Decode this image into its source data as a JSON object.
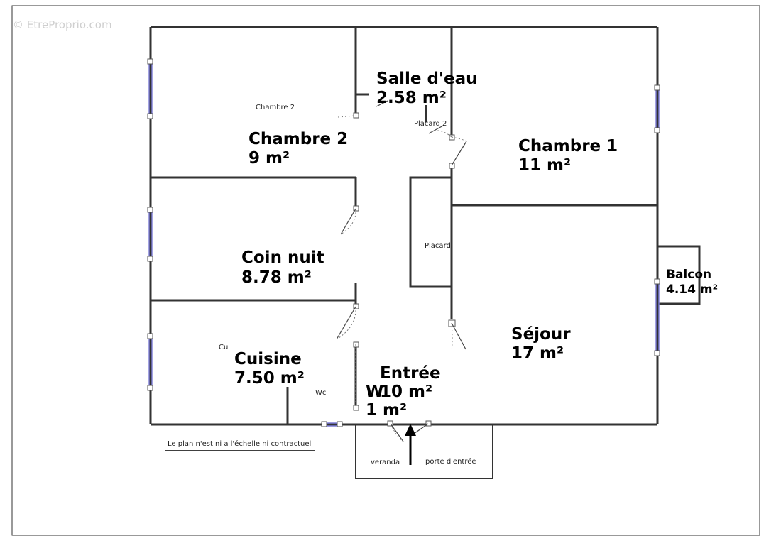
{
  "watermark": "© EtreProprio.com",
  "rooms": {
    "salle_eau": {
      "name": "Salle d'eau",
      "area": "2.58 m²"
    },
    "chambre2": {
      "name": "Chambre 2",
      "area": "9 m²"
    },
    "chambre1": {
      "name": "Chambre 1",
      "area": "11 m²"
    },
    "coin_nuit": {
      "name": "Coin nuit",
      "area": "8.78 m²"
    },
    "cuisine": {
      "name": "Cuisine",
      "area": "7.50 m²"
    },
    "entree": {
      "name": "Entrée",
      "area": "10 m²"
    },
    "wc": {
      "name": "W",
      "area": "1 m²"
    },
    "sejour": {
      "name": "Séjour",
      "area": "17 m²"
    },
    "balcon": {
      "name": "Balcon",
      "area": "4.14 m²"
    }
  },
  "labels": {
    "chambre2_small": "Chambre 2",
    "placard2": "Placard 2",
    "placard": "Placard",
    "cu": "Cu",
    "wc_small": "Wc",
    "veranda": "veranda",
    "porte_entree": "porte d'entrée",
    "disclaimer": "Le plan n'est ni a l'échelle ni contractuel"
  },
  "colors": {
    "wall": "#333333",
    "window": "#7b7bd6"
  }
}
